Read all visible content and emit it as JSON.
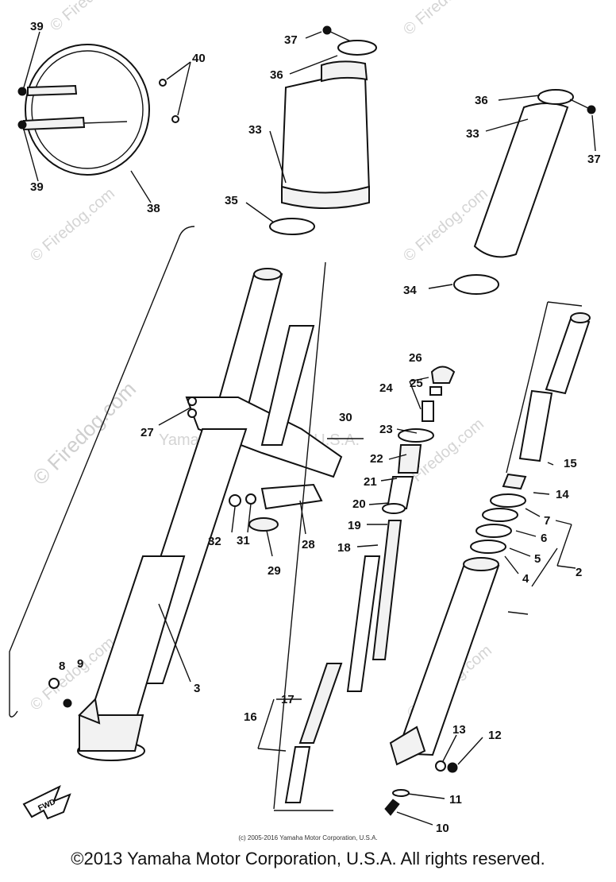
{
  "watermark": {
    "site": "© Firedog.com",
    "company": "Yamaha Motor Corp., U.S.A."
  },
  "labels": [
    {
      "id": "p39a",
      "text": "39"
    },
    {
      "id": "p40",
      "text": "40"
    },
    {
      "id": "p39b",
      "text": "39"
    },
    {
      "id": "p38",
      "text": "38"
    },
    {
      "id": "p37a",
      "text": "37"
    },
    {
      "id": "p36a",
      "text": "36"
    },
    {
      "id": "p33a",
      "text": "33"
    },
    {
      "id": "p35",
      "text": "35"
    },
    {
      "id": "p36b",
      "text": "36"
    },
    {
      "id": "p33b",
      "text": "33"
    },
    {
      "id": "p37b",
      "text": "37"
    },
    {
      "id": "p34",
      "text": "34"
    },
    {
      "id": "p26",
      "text": "26"
    },
    {
      "id": "p25",
      "text": "25"
    },
    {
      "id": "p24",
      "text": "24"
    },
    {
      "id": "p30",
      "text": "30"
    },
    {
      "id": "p23",
      "text": "23"
    },
    {
      "id": "p27",
      "text": "27"
    },
    {
      "id": "p22",
      "text": "22"
    },
    {
      "id": "p21",
      "text": "21"
    },
    {
      "id": "p15",
      "text": "15"
    },
    {
      "id": "p20",
      "text": "20"
    },
    {
      "id": "p14",
      "text": "14"
    },
    {
      "id": "p19",
      "text": "19"
    },
    {
      "id": "p7",
      "text": "7"
    },
    {
      "id": "p18",
      "text": "18"
    },
    {
      "id": "p6",
      "text": "6"
    },
    {
      "id": "p32",
      "text": "32"
    },
    {
      "id": "p31",
      "text": "31"
    },
    {
      "id": "p28",
      "text": "28"
    },
    {
      "id": "p5",
      "text": "5"
    },
    {
      "id": "p2",
      "text": "2"
    },
    {
      "id": "p29",
      "text": "29"
    },
    {
      "id": "p4",
      "text": "4"
    },
    {
      "id": "p8",
      "text": "8"
    },
    {
      "id": "p9",
      "text": "9"
    },
    {
      "id": "p3",
      "text": "3"
    },
    {
      "id": "p17",
      "text": "17"
    },
    {
      "id": "p16",
      "text": "16"
    },
    {
      "id": "p13",
      "text": "13"
    },
    {
      "id": "p12",
      "text": "12"
    },
    {
      "id": "p11",
      "text": "11"
    },
    {
      "id": "p10",
      "text": "10"
    }
  ],
  "fwd_label": "FWD",
  "small_copyright": "(c) 2005-2016 Yamaha Motor Corporation, U.S.A.",
  "copyright": "©2013 Yamaha Motor Corporation, U.S.A. All rights reserved."
}
